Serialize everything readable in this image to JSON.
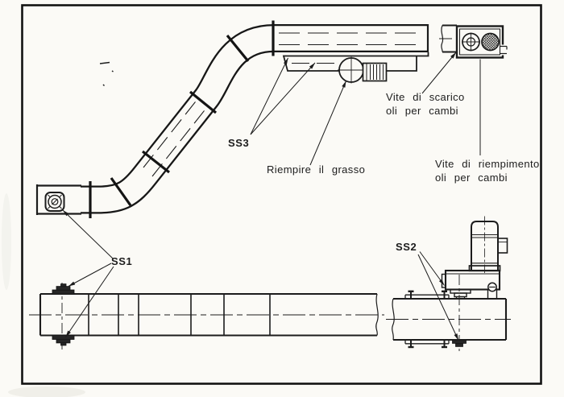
{
  "drawing": {
    "labels": {
      "ss1": "SS1",
      "ss2": "SS2",
      "ss3": "SS3",
      "grease_note": "Riempire il grasso",
      "drain_screw_line1": "Vite di scarico",
      "drain_screw_line2": "oli per cambi",
      "fill_screw_line1": "Vite di riempimento",
      "fill_screw_line2": "oli per cambi"
    },
    "colors": {
      "ink": "#1c1c1c",
      "paper": "#fbfaf6"
    }
  }
}
